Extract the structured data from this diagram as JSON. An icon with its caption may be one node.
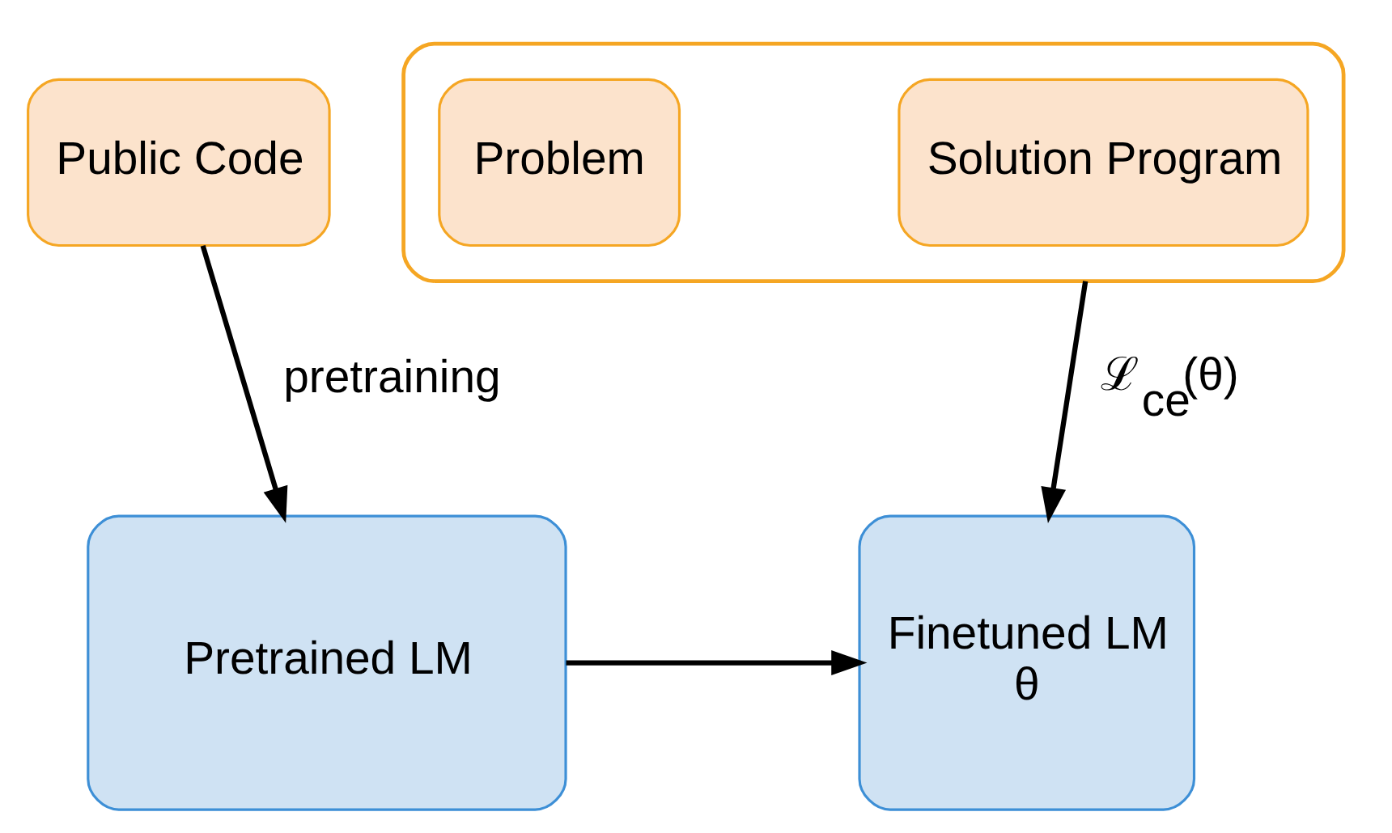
{
  "diagram": {
    "nodes": [
      {
        "text": [
          "Public Code"
        ]
      },
      {
        "text": [],
        "shape": "box"
      },
      {
        "text": [
          "Problem"
        ],
        "in": 1
      },
      {
        "text": [
          "Solution Program"
        ],
        "in": 1
      },
      {
        "text": [
          "Pretrained LM"
        ]
      },
      {
        "text": [
          "Finetuned LM",
          "θ"
        ]
      }
    ],
    "edges": [
      {
        "from": 0,
        "to": 4,
        "arrow": "to",
        "label": "pretraining"
      },
      {
        "from": 1,
        "to": 5,
        "arrow": "to",
        "label": "ℒ$_{ce}$(θ)"
      },
      {
        "from": 4,
        "to": 5,
        "arrow": "to"
      }
    ]
  }
}
